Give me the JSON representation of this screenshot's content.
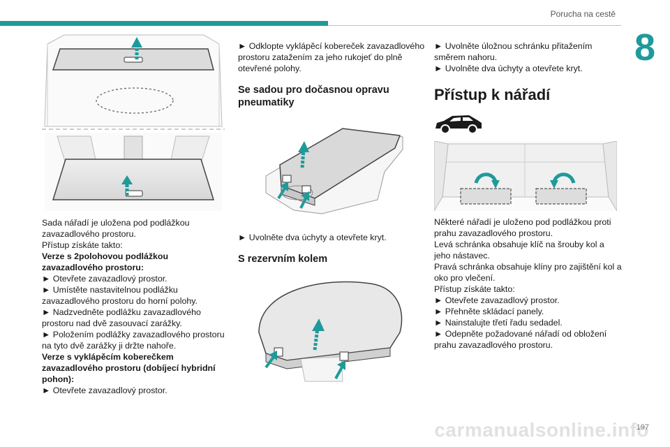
{
  "header": {
    "running_title": "Porucha na cestě",
    "chapter": "8"
  },
  "col1": {
    "lines": [
      {
        "text": "Sada nářadí je uložena pod podlážkou",
        "bold": false
      },
      {
        "text": "zavazadlového prostoru.",
        "bold": false
      },
      {
        "text": "Přístup získáte takto:",
        "bold": false
      },
      {
        "text": "Verze s 2polohovou podlážkou",
        "bold": true
      },
      {
        "text": "zavazadlového prostoru:",
        "bold": true
      },
      {
        "text": "► Otevřete zavazadlový prostor.",
        "bold": false
      },
      {
        "text": "► Umístěte nastavitelnou podlážku",
        "bold": false
      },
      {
        "text": "zavazadlového prostoru do horní polohy.",
        "bold": false
      },
      {
        "text": "► Nadzvedněte podlážku zavazadlového",
        "bold": false
      },
      {
        "text": "prostoru nad dvě zasouvací zarážky.",
        "bold": false
      },
      {
        "text": "► Položením podlážky zavazadlového prostoru",
        "bold": false
      },
      {
        "text": "na tyto dvě zarážky ji držte nahoře.",
        "bold": false
      },
      {
        "text": "Verze s vyklápěcím koberečkem",
        "bold": true
      },
      {
        "text": "zavazadlového prostoru (dobíjecí hybridní",
        "bold": true
      },
      {
        "text": "pohon):",
        "bold": true
      },
      {
        "text": "► Otevřete zavazadlový prostor.",
        "bold": false
      }
    ]
  },
  "col2": {
    "intro_lines": [
      "► Odklopte vyklápěcí kobereček zavazadlového",
      "prostoru zatažením za jeho rukojeť do plně",
      "otevřené polohy."
    ],
    "heading_repair_1": "Se sadou pro dočasnou opravu",
    "heading_repair_2": "pneumatiky",
    "repair_step": "► Uvolněte dva úchyty a otevřete kryt.",
    "heading_spare": "S rezervním kolem"
  },
  "col3": {
    "top_lines": [
      "► Uvolněte úložnou schránku přitažením",
      "směrem nahoru.",
      "► Uvolněte dva úchyty a otevřete kryt."
    ],
    "heading": "Přístup k nářadí",
    "body_lines": [
      "Některé nářadí je uloženo pod podlážkou proti",
      "prahu zavazadlového prostoru.",
      "Levá schránka obsahuje klíč na šrouby kol a",
      "jeho nástavec.",
      "Pravá schránka obsahuje klíny pro zajištění kol a",
      "oko pro vlečení.",
      "Přístup získáte takto:",
      "► Otevřete zavazadlový prostor.",
      "► Přehněte skládací panely.",
      "► Nainstalujte třetí řadu sedadel.",
      "► Odepněte požadované nářadí od obložení",
      "prahu zavazadlového prostoru."
    ]
  },
  "footer": {
    "page_number": "197",
    "watermark": "carmanualsonline.info"
  },
  "colors": {
    "accent": "#1f9a9a",
    "arrow": "#1f9a9a"
  },
  "icons": [
    "up-arrow-icon",
    "curved-arrow-icon",
    "car-silhouette-icon"
  ]
}
